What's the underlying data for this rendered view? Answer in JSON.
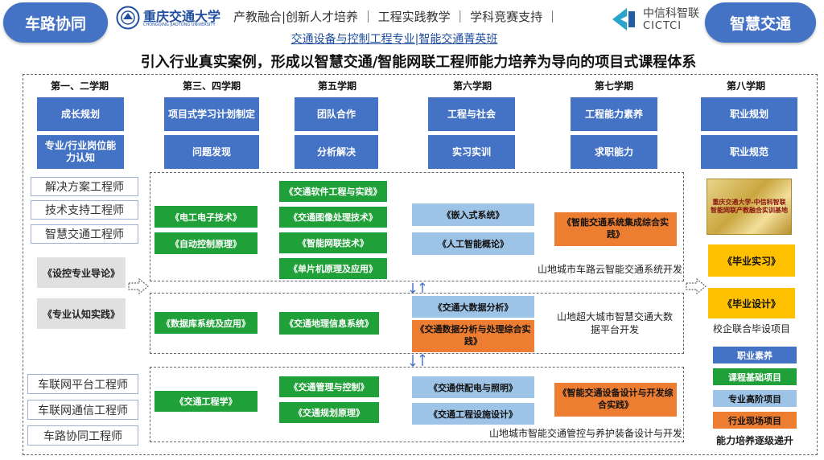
{
  "header": {
    "left_pill": "车路协同",
    "right_pill": "智慧交通",
    "logo_left_text": "重庆交通大学",
    "logo_left_sub": "CHONGQING JIAOTONG UNIVERSITY",
    "tagline": "产教融合|创新人才培养 ｜ 工程实践教学 ｜ 学科竞赛支持 ｜",
    "logo_right_text": "中信科智联",
    "logo_right_sub": "CICTCI",
    "subtitle": "交通设备与控制工程专业|智能交通菁英班",
    "title": "引入行业真实案例，形成以智慧交通/智能网联工程师能力培养为导向的项目式课程体系"
  },
  "semesters": [
    "第一、二学期",
    "第三、四学期",
    "第五学期",
    "第六学期",
    "第七学期",
    "第八学期"
  ],
  "ability_row1": [
    "成长规划",
    "项目式学习计划制定",
    "团队合作",
    "工程与社会",
    "工程能力素养",
    "职业规划"
  ],
  "ability_row2": [
    "专业/行业岗位能力认知",
    "问题发现",
    "分析解决",
    "实习实训",
    "求职能力",
    "职业规范"
  ],
  "roles_top": [
    "解决方案工程师",
    "技术支持工程师",
    "智慧交通工程师"
  ],
  "roles_bottom": [
    "车联网平台工程师",
    "车联网通信工程师",
    "车路协同工程师"
  ],
  "intro_courses": [
    "《设控专业导论》",
    "《专业认知实践》"
  ],
  "section1": {
    "label": "山地城市车路云智能交通系统开发",
    "col1": [
      "《电工电子技术》",
      "《自动控制原理》"
    ],
    "col2": [
      "《交通软件工程与实践》",
      "《交通图像处理技术》",
      "《智能网联技术》",
      "《单片机原理及应用》"
    ],
    "col3": [
      "《嵌入式系统》",
      "《人工智能概论》"
    ],
    "col4": [
      "《智能交通系统集成综合实践》"
    ]
  },
  "section2": {
    "label": "山地超大城市智慧交通大数据平台开发",
    "col1": [
      "《数据库系统及应用》"
    ],
    "col2": [
      "《交通地理信息系统》"
    ],
    "col3": [
      "《交通大数据分析》"
    ],
    "col3_practice": "《交通数据分析与处理综合实践》"
  },
  "section3": {
    "label": "山地城市智能交通管控与养护装备设计与开发",
    "col1": [
      "《交通工程学》"
    ],
    "col2": [
      "《交通管理与控制》",
      "《交通规划原理》"
    ],
    "col3": [
      "《交通供配电与照明》",
      "《交通工程设施设计》"
    ],
    "col4": [
      "《智能交通设备设计与开发综合实践》"
    ]
  },
  "sem8": {
    "badge": "重庆交通大学-中信科智联 智能网联产教融合实训基地",
    "internship": "《毕业实习》",
    "thesis": "《毕业设计》",
    "joint_label": "校企联合毕设项目"
  },
  "legend": {
    "items": [
      {
        "label": "职业素养",
        "color": "#4472c4"
      },
      {
        "label": "课程基础项目",
        "color": "#20a038"
      },
      {
        "label": "专业高阶项目",
        "color": "#9dc3e6"
      },
      {
        "label": "行业现场项目",
        "color": "#ed7d31"
      }
    ],
    "caption": "能力培养逐级递升"
  }
}
